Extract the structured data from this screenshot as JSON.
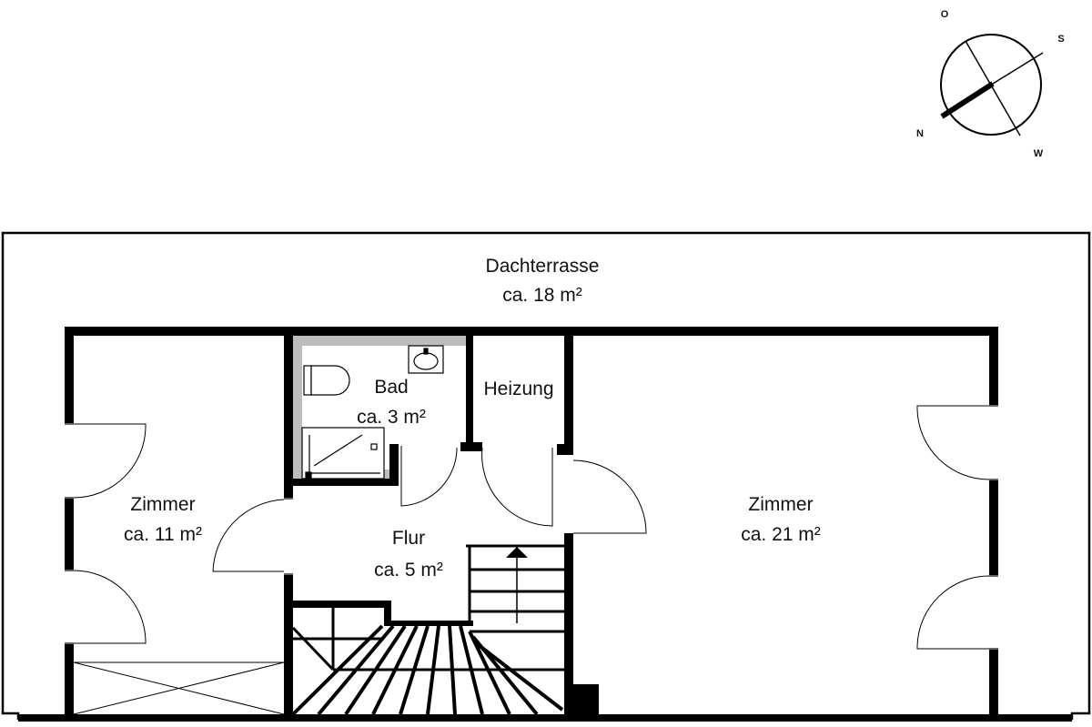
{
  "compass": {
    "north": "N",
    "east": "O",
    "south": "S",
    "west": "W"
  },
  "rooms": {
    "terrace": {
      "name": "Dachterrasse",
      "area": "ca. 18 m²"
    },
    "bath": {
      "name": "Bad",
      "area": "ca. 3 m²"
    },
    "heating": {
      "name": "Heizung"
    },
    "hall": {
      "name": "Flur",
      "area": "ca. 5 m²"
    },
    "room_small": {
      "name": "Zimmer",
      "area": "ca. 11 m²"
    },
    "room_large": {
      "name": "Zimmer",
      "area": "ca. 21 m²"
    }
  }
}
